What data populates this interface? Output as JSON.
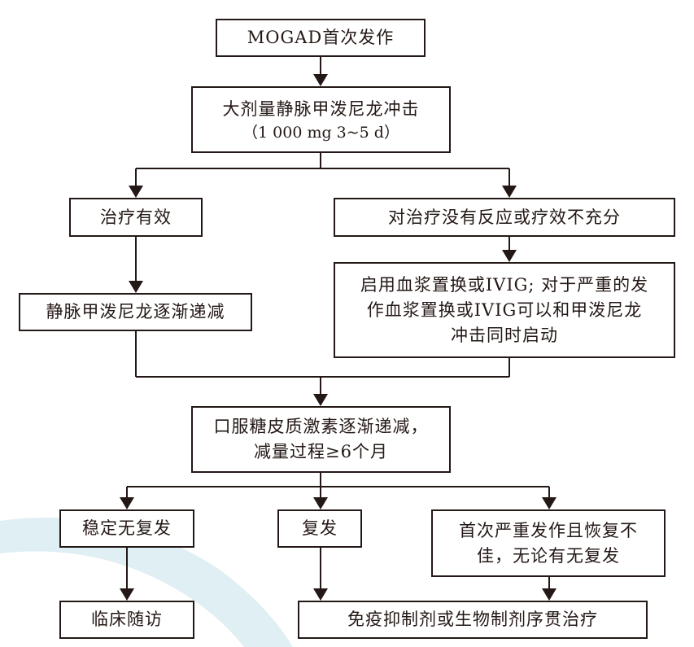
{
  "flowchart": {
    "colors": {
      "line": "#231815",
      "box_border": "#231815",
      "text": "#231815",
      "watermark": "#d9ecf1"
    },
    "nodes": {
      "onset": {
        "lines": [
          "MOGAD首次发作"
        ]
      },
      "ivmp_pulse": {
        "lines": [
          "大剂量静脉甲泼尼龙冲击"
        ],
        "sub": "（1 000 mg 3~5 d）"
      },
      "effective": {
        "lines": [
          "治疗有效"
        ]
      },
      "no_response": {
        "lines": [
          "对治疗没有反应或疗效不充分"
        ]
      },
      "ivmp_taper": {
        "lines": [
          "静脉甲泼尼龙逐渐递减"
        ]
      },
      "plex_ivig": {
        "lines": [
          "启用血浆置换或IVIG; 对于严重的发",
          "作血浆置换或IVIG可以和甲泼尼龙",
          "冲击同时启动"
        ]
      },
      "oral_steroid": {
        "lines": [
          "口服糖皮质激素逐渐递减，",
          "减量过程≥6个月"
        ]
      },
      "stable": {
        "lines": [
          "稳定无复发"
        ]
      },
      "relapse": {
        "lines": [
          "复发"
        ]
      },
      "severe_first": {
        "lines": [
          "首次严重发作且恢复不",
          "佳，无论有无复发"
        ]
      },
      "follow_up": {
        "lines": [
          "临床随访"
        ]
      },
      "maintenance": {
        "lines": [
          "免疫抑制剂或生物制剂序贯治疗"
        ]
      }
    }
  }
}
